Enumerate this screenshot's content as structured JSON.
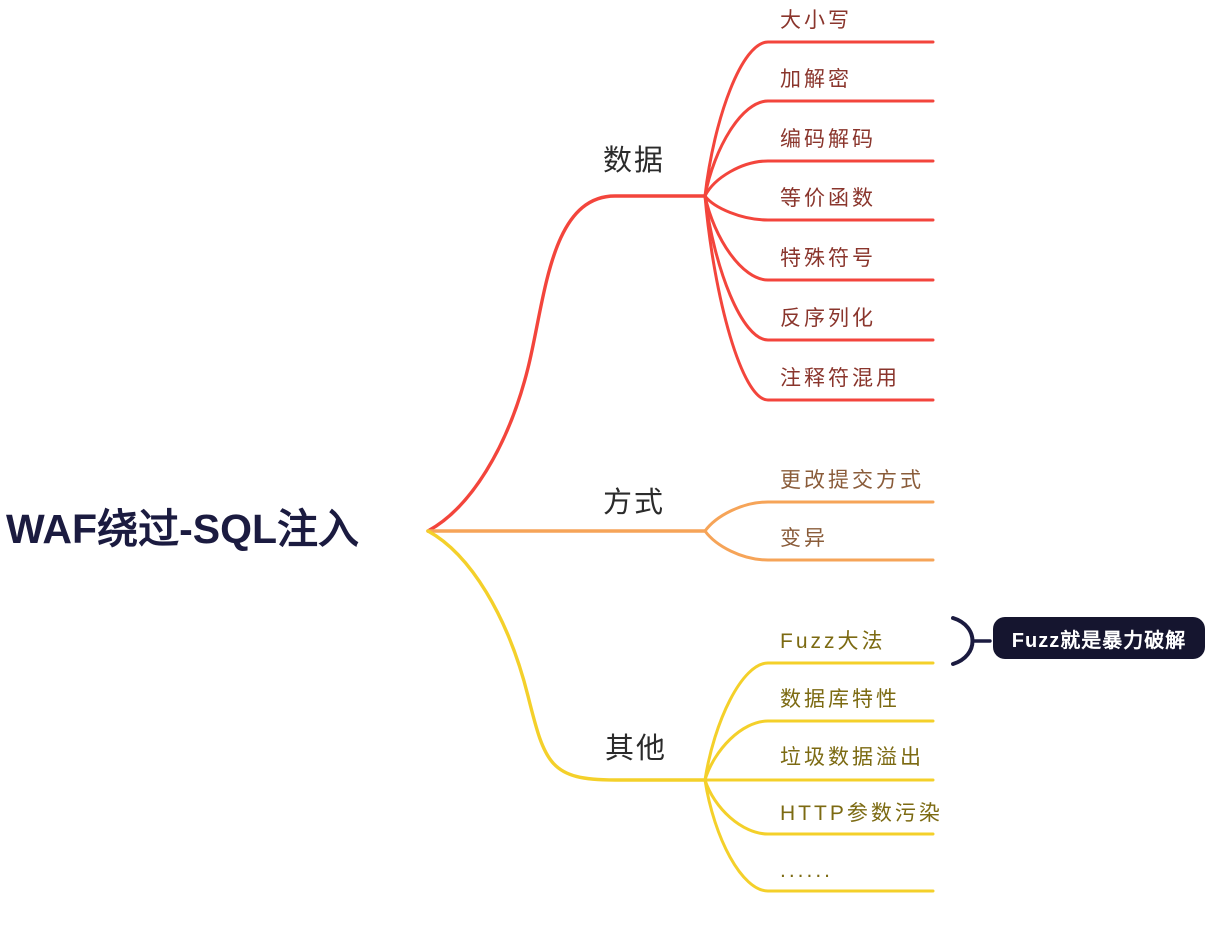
{
  "root": {
    "label": "WAF绕过-SQL注入"
  },
  "branches": [
    {
      "label": "数据",
      "line_color": "#f3453c",
      "text_color": "#8a352c",
      "children": [
        "大小写",
        "加解密",
        "编码解码",
        "等价函数",
        "特殊符号",
        "反序列化",
        "注释符混用"
      ]
    },
    {
      "label": "方式",
      "line_color": "#f6a458",
      "text_color": "#8a5c3a",
      "children": [
        "更改提交方式",
        "变异"
      ]
    },
    {
      "label": "其他",
      "line_color": "#f4d02a",
      "text_color": "#7c6a12",
      "children": [
        "Fuzz大法",
        "数据库特性",
        "垃圾数据溢出",
        "HTTP参数污染",
        "......"
      ]
    }
  ],
  "callout": {
    "label": "Fuzz就是暴力破解",
    "attached_to": "Fuzz大法",
    "bg_color": "#15152f",
    "text_color": "#ffffff"
  },
  "colors": {
    "red": "#f3453c",
    "orange": "#f6a458",
    "yellow": "#f4d02a",
    "navy": "#1b1b40",
    "branch_label": "#2b2b2b",
    "root_label": "#1b1b40"
  }
}
